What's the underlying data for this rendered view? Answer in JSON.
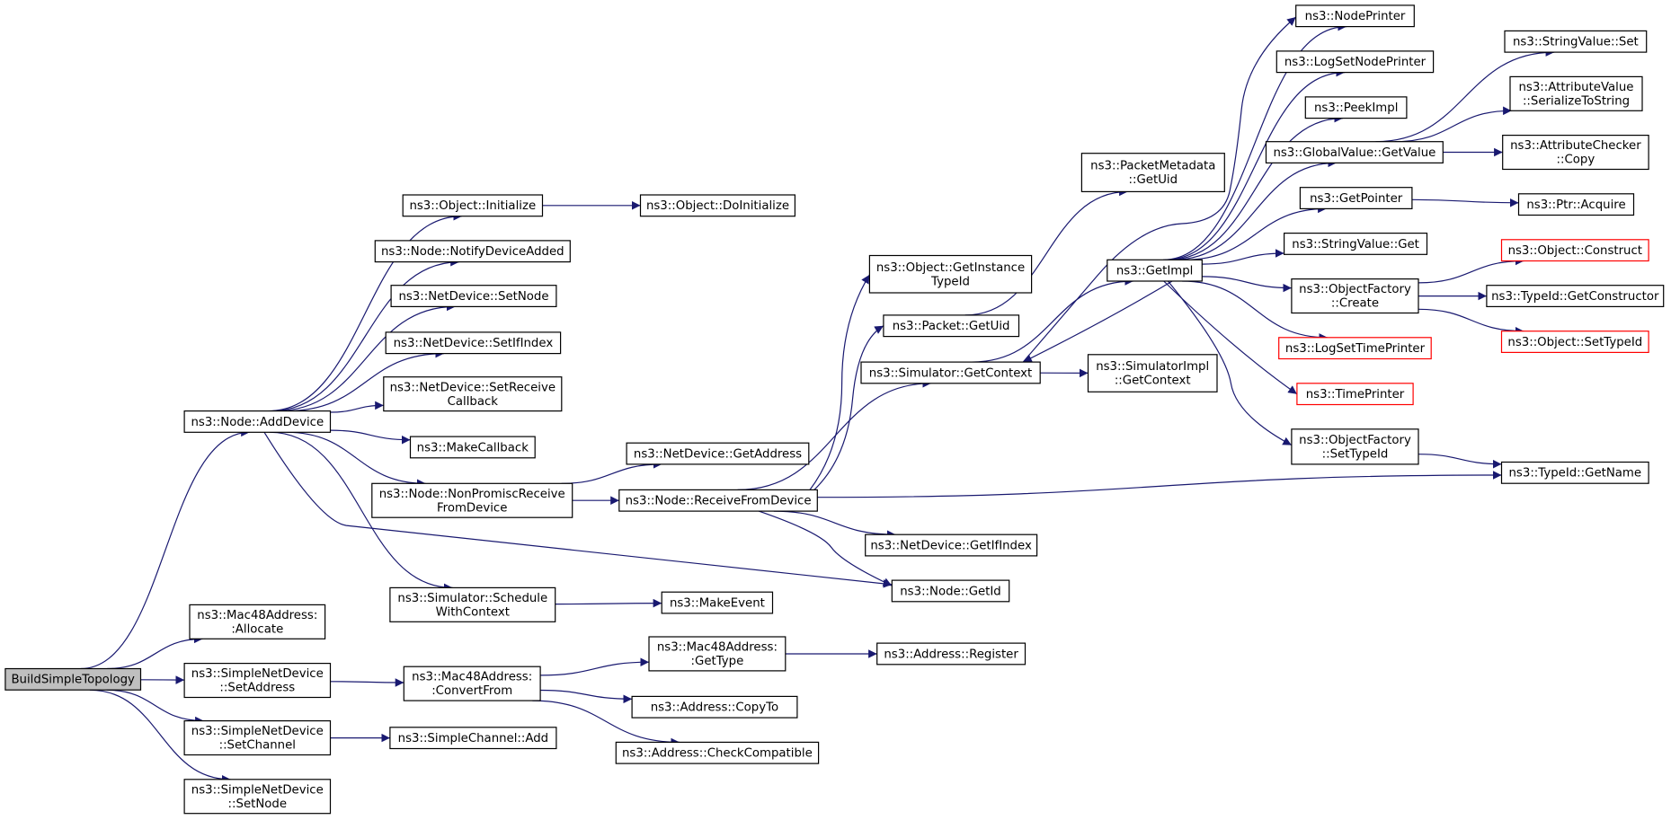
{
  "graph": {
    "title": "",
    "colors": {
      "edge": "#191970",
      "root_fill": "#bfbfbf",
      "node_border": "#000000",
      "truncated_border": "#ff0000"
    },
    "nodes": [
      {
        "id": "BuildSimpleTopology",
        "lines": [
          "BuildSimpleTopology"
        ],
        "style": "root"
      },
      {
        "id": "Node_AddDevice",
        "lines": [
          "ns3::Node::AddDevice"
        ]
      },
      {
        "id": "Mac48_Allocate",
        "lines": [
          "ns3::Mac48Address:",
          ":Allocate"
        ]
      },
      {
        "id": "SND_SetAddress",
        "lines": [
          "ns3::SimpleNetDevice",
          "::SetAddress"
        ]
      },
      {
        "id": "SND_SetChannel",
        "lines": [
          "ns3::SimpleNetDevice",
          "::SetChannel"
        ]
      },
      {
        "id": "SND_SetNode",
        "lines": [
          "ns3::SimpleNetDevice",
          "::SetNode"
        ]
      },
      {
        "id": "Object_Initialize",
        "lines": [
          "ns3::Object::Initialize"
        ]
      },
      {
        "id": "Node_NotifyDeviceAdded",
        "lines": [
          "ns3::Node::NotifyDeviceAdded"
        ]
      },
      {
        "id": "NetDevice_SetNode",
        "lines": [
          "ns3::NetDevice::SetNode"
        ]
      },
      {
        "id": "NetDevice_SetIfIndex",
        "lines": [
          "ns3::NetDevice::SetIfIndex"
        ]
      },
      {
        "id": "NetDevice_SetReceiveCallback",
        "lines": [
          "ns3::NetDevice::SetReceive",
          "Callback"
        ]
      },
      {
        "id": "MakeCallback",
        "lines": [
          "ns3::MakeCallback"
        ]
      },
      {
        "id": "Node_NonPromiscReceiveFromDevice",
        "lines": [
          "ns3::Node::NonPromiscReceive",
          "FromDevice"
        ]
      },
      {
        "id": "Simulator_ScheduleWithContext",
        "lines": [
          "ns3::Simulator::Schedule",
          "WithContext"
        ]
      },
      {
        "id": "Mac48_ConvertFrom",
        "lines": [
          "ns3::Mac48Address:",
          ":ConvertFrom"
        ]
      },
      {
        "id": "SimpleChannel_Add",
        "lines": [
          "ns3::SimpleChannel::Add"
        ]
      },
      {
        "id": "Object_DoInitialize",
        "lines": [
          "ns3::Object::DoInitialize"
        ]
      },
      {
        "id": "NetDevice_GetAddress",
        "lines": [
          "ns3::NetDevice::GetAddress"
        ]
      },
      {
        "id": "Node_ReceiveFromDevice",
        "lines": [
          "ns3::Node::ReceiveFromDevice"
        ]
      },
      {
        "id": "MakeEvent",
        "lines": [
          "ns3::MakeEvent"
        ]
      },
      {
        "id": "Mac48_GetType",
        "lines": [
          "ns3::Mac48Address:",
          ":GetType"
        ]
      },
      {
        "id": "Address_CopyTo",
        "lines": [
          "ns3::Address::CopyTo"
        ]
      },
      {
        "id": "Address_CheckCompatible",
        "lines": [
          "ns3::Address::CheckCompatible"
        ]
      },
      {
        "id": "Object_GetInstanceTypeId",
        "lines": [
          "ns3::Object::GetInstance",
          "TypeId"
        ]
      },
      {
        "id": "Packet_GetUid",
        "lines": [
          "ns3::Packet::GetUid"
        ]
      },
      {
        "id": "Simulator_GetContext",
        "lines": [
          "ns3::Simulator::GetContext"
        ]
      },
      {
        "id": "NetDevice_GetIfIndex",
        "lines": [
          "ns3::NetDevice::GetIfIndex"
        ]
      },
      {
        "id": "Node_GetId",
        "lines": [
          "ns3::Node::GetId"
        ]
      },
      {
        "id": "Address_Register",
        "lines": [
          "ns3::Address::Register"
        ]
      },
      {
        "id": "PacketMetadata_GetUid",
        "lines": [
          "ns3::PacketMetadata",
          "::GetUid"
        ]
      },
      {
        "id": "GetImpl",
        "lines": [
          "ns3::GetImpl"
        ]
      },
      {
        "id": "SimulatorImpl_GetContext",
        "lines": [
          "ns3::SimulatorImpl",
          "::GetContext"
        ]
      },
      {
        "id": "NodePrinter",
        "lines": [
          "ns3::NodePrinter"
        ]
      },
      {
        "id": "LogSetNodePrinter",
        "lines": [
          "ns3::LogSetNodePrinter"
        ]
      },
      {
        "id": "PeekImpl",
        "lines": [
          "ns3::PeekImpl"
        ]
      },
      {
        "id": "GlobalValue_GetValue",
        "lines": [
          "ns3::GlobalValue::GetValue"
        ]
      },
      {
        "id": "GetPointer",
        "lines": [
          "ns3::GetPointer"
        ]
      },
      {
        "id": "StringValue_Get",
        "lines": [
          "ns3::StringValue::Get"
        ]
      },
      {
        "id": "ObjectFactory_Create",
        "lines": [
          "ns3::ObjectFactory",
          "::Create"
        ]
      },
      {
        "id": "LogSetTimePrinter",
        "lines": [
          "ns3::LogSetTimePrinter"
        ],
        "style": "truncated"
      },
      {
        "id": "TimePrinter",
        "lines": [
          "ns3::TimePrinter"
        ],
        "style": "truncated"
      },
      {
        "id": "ObjectFactory_SetTypeId",
        "lines": [
          "ns3::ObjectFactory",
          "::SetTypeId"
        ]
      },
      {
        "id": "StringValue_Set",
        "lines": [
          "ns3::StringValue::Set"
        ]
      },
      {
        "id": "AttributeValue_SerializeToString",
        "lines": [
          "ns3::AttributeValue",
          "::SerializeToString"
        ]
      },
      {
        "id": "AttributeChecker_Copy",
        "lines": [
          "ns3::AttributeChecker",
          "::Copy"
        ]
      },
      {
        "id": "Ptr_Acquire",
        "lines": [
          "ns3::Ptr::Acquire"
        ]
      },
      {
        "id": "Object_Construct",
        "lines": [
          "ns3::Object::Construct"
        ],
        "style": "truncated"
      },
      {
        "id": "TypeId_GetConstructor",
        "lines": [
          "ns3::TypeId::GetConstructor"
        ]
      },
      {
        "id": "Object_SetTypeId",
        "lines": [
          "ns3::Object::SetTypeId"
        ],
        "style": "truncated"
      },
      {
        "id": "TypeId_GetName",
        "lines": [
          "ns3::TypeId::GetName"
        ]
      }
    ],
    "edges": [
      [
        "BuildSimpleTopology",
        "Node_AddDevice"
      ],
      [
        "BuildSimpleTopology",
        "Mac48_Allocate"
      ],
      [
        "BuildSimpleTopology",
        "SND_SetAddress"
      ],
      [
        "BuildSimpleTopology",
        "SND_SetChannel"
      ],
      [
        "BuildSimpleTopology",
        "SND_SetNode"
      ],
      [
        "Node_AddDevice",
        "Object_Initialize"
      ],
      [
        "Node_AddDevice",
        "Node_NotifyDeviceAdded"
      ],
      [
        "Node_AddDevice",
        "NetDevice_SetNode"
      ],
      [
        "Node_AddDevice",
        "NetDevice_SetIfIndex"
      ],
      [
        "Node_AddDevice",
        "NetDevice_SetReceiveCallback"
      ],
      [
        "Node_AddDevice",
        "MakeCallback"
      ],
      [
        "Node_AddDevice",
        "Node_NonPromiscReceiveFromDevice"
      ],
      [
        "Node_AddDevice",
        "Simulator_ScheduleWithContext"
      ],
      [
        "Node_AddDevice",
        "Node_GetId"
      ],
      [
        "Object_Initialize",
        "Object_DoInitialize"
      ],
      [
        "Node_NonPromiscReceiveFromDevice",
        "NetDevice_GetAddress"
      ],
      [
        "Node_NonPromiscReceiveFromDevice",
        "Node_ReceiveFromDevice"
      ],
      [
        "Simulator_ScheduleWithContext",
        "MakeEvent"
      ],
      [
        "SND_SetAddress",
        "Mac48_ConvertFrom"
      ],
      [
        "SND_SetChannel",
        "SimpleChannel_Add"
      ],
      [
        "Mac48_ConvertFrom",
        "Mac48_GetType"
      ],
      [
        "Mac48_ConvertFrom",
        "Address_CopyTo"
      ],
      [
        "Mac48_ConvertFrom",
        "Address_CheckCompatible"
      ],
      [
        "Mac48_GetType",
        "Address_Register"
      ],
      [
        "Node_ReceiveFromDevice",
        "Object_GetInstanceTypeId"
      ],
      [
        "Node_ReceiveFromDevice",
        "Packet_GetUid"
      ],
      [
        "Node_ReceiveFromDevice",
        "Simulator_GetContext"
      ],
      [
        "Node_ReceiveFromDevice",
        "NetDevice_GetIfIndex"
      ],
      [
        "Node_ReceiveFromDevice",
        "Node_GetId"
      ],
      [
        "Node_ReceiveFromDevice",
        "TypeId_GetName"
      ],
      [
        "Packet_GetUid",
        "PacketMetadata_GetUid"
      ],
      [
        "Simulator_GetContext",
        "GetImpl"
      ],
      [
        "Simulator_GetContext",
        "SimulatorImpl_GetContext"
      ],
      [
        "Simulator_GetContext",
        "NodePrinter"
      ],
      [
        "GetImpl",
        "Simulator_GetContext"
      ],
      [
        "GetImpl",
        "NodePrinter"
      ],
      [
        "GetImpl",
        "LogSetNodePrinter"
      ],
      [
        "GetImpl",
        "PeekImpl"
      ],
      [
        "GetImpl",
        "GlobalValue_GetValue"
      ],
      [
        "GetImpl",
        "GetPointer"
      ],
      [
        "GetImpl",
        "StringValue_Get"
      ],
      [
        "GetImpl",
        "ObjectFactory_Create"
      ],
      [
        "GetImpl",
        "LogSetTimePrinter"
      ],
      [
        "GetImpl",
        "TimePrinter"
      ],
      [
        "GetImpl",
        "ObjectFactory_SetTypeId"
      ],
      [
        "GlobalValue_GetValue",
        "StringValue_Set"
      ],
      [
        "GlobalValue_GetValue",
        "AttributeValue_SerializeToString"
      ],
      [
        "GlobalValue_GetValue",
        "AttributeChecker_Copy"
      ],
      [
        "GetPointer",
        "Ptr_Acquire"
      ],
      [
        "ObjectFactory_Create",
        "Object_Construct"
      ],
      [
        "ObjectFactory_Create",
        "TypeId_GetConstructor"
      ],
      [
        "ObjectFactory_Create",
        "Object_SetTypeId"
      ],
      [
        "ObjectFactory_SetTypeId",
        "TypeId_GetName"
      ]
    ]
  }
}
